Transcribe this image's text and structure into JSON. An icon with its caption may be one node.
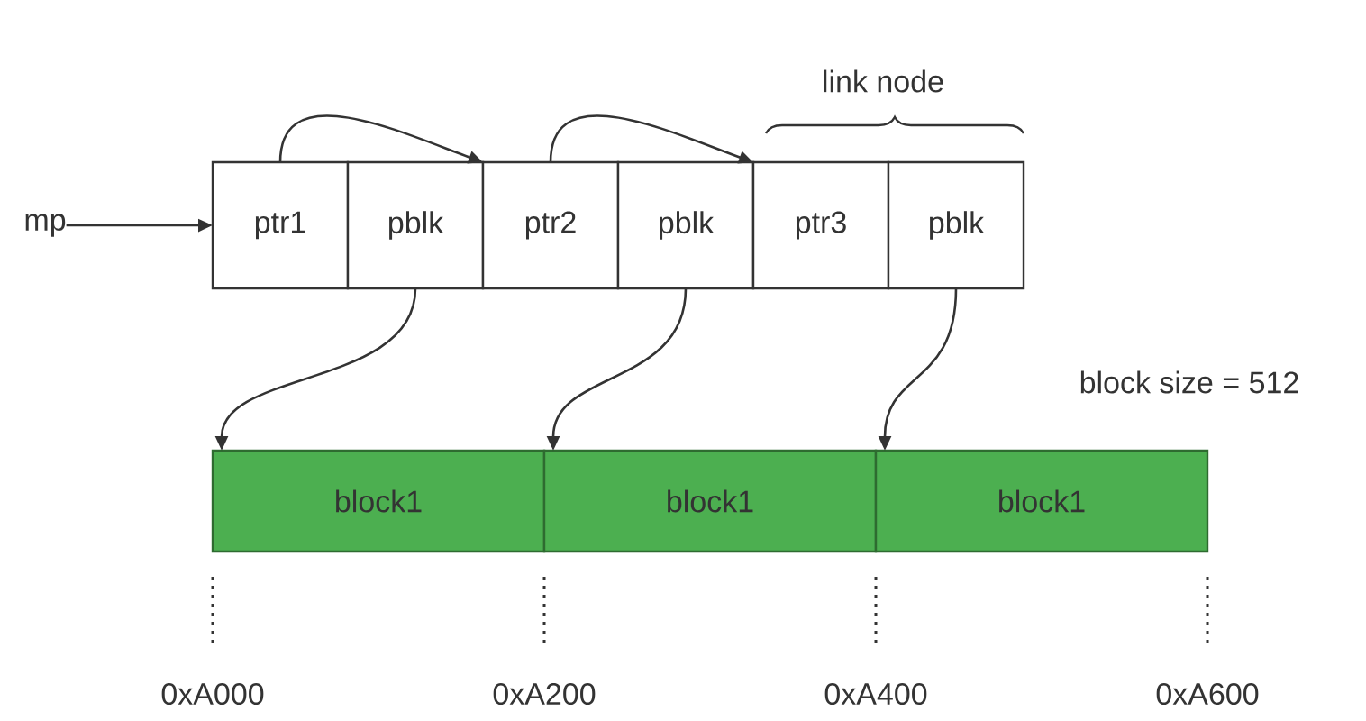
{
  "diagram": {
    "nodes": [
      {
        "text": [
          "mp"
        ]
      },
      {
        "text": [
          "ptr1"
        ]
      },
      {
        "text": [
          "pblk"
        ]
      },
      {
        "text": [
          "ptr2"
        ]
      },
      {
        "text": [
          "pblk"
        ]
      },
      {
        "text": [
          "ptr3"
        ]
      },
      {
        "text": [
          "pblk"
        ]
      },
      {
        "text": [
          "block1"
        ]
      },
      {
        "text": [
          "block1"
        ]
      },
      {
        "text": [
          "block1"
        ]
      }
    ],
    "edges": [
      {
        "from": 0,
        "to": 1,
        "arrow": "to"
      },
      {
        "from": 1,
        "to": 3,
        "arrow": "to"
      },
      {
        "from": 3,
        "to": 5,
        "arrow": "to"
      },
      {
        "from": 2,
        "to": 7,
        "arrow": "to"
      },
      {
        "from": 4,
        "to": 8,
        "arrow": "to"
      },
      {
        "from": 6,
        "to": 9,
        "arrow": "to"
      }
    ],
    "labels": [
      "link node",
      "block size = 512",
      "0xA000",
      "0xA200",
      "0xA400",
      "0xA600"
    ]
  }
}
